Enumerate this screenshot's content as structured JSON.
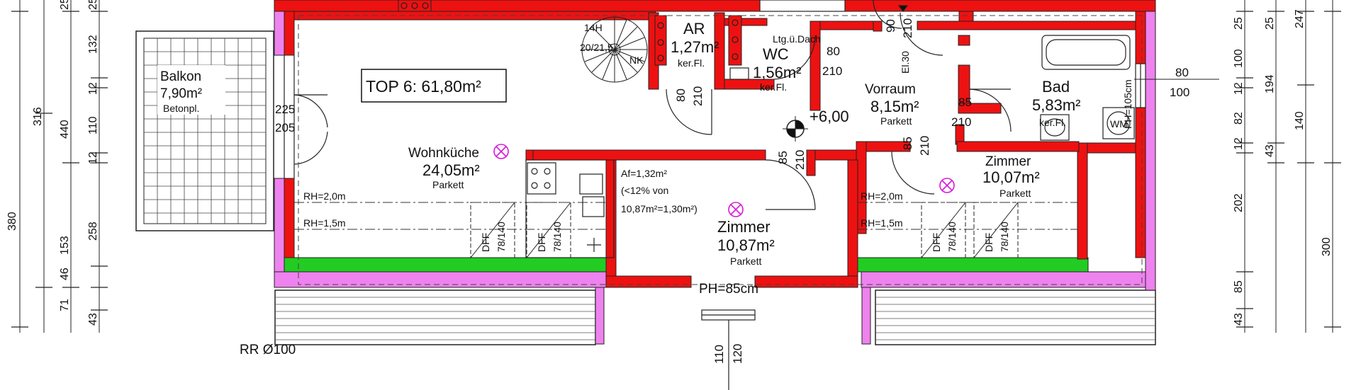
{
  "diagram": {
    "apartment_label": "TOP 6: 61,80m²",
    "level_mark": "+6,00",
    "rooms": {
      "balkon": {
        "name": "Balkon",
        "area": "7,90m²",
        "floor": "Betonpl."
      },
      "wohnkueche": {
        "name": "Wohnküche",
        "area": "24,05m²",
        "floor": "Parkett"
      },
      "ar": {
        "name": "AR",
        "area": "1,27m²",
        "floor": "ker.Fl."
      },
      "wc": {
        "name": "WC",
        "area": "1,56m²",
        "floor": "ker.Fl.",
        "note": "Ltg.ü.Dach"
      },
      "vorraum": {
        "name": "Vorraum",
        "area": "8,15m²",
        "floor": "Parkett"
      },
      "bad": {
        "name": "Bad",
        "area": "5,83m²",
        "floor": "ker.Fl."
      },
      "zimmer_mid": {
        "name": "Zimmer",
        "area": "10,87m²",
        "floor": "Parkett"
      },
      "zimmer_right": {
        "name": "Zimmer",
        "area": "10,07m²",
        "floor": "Parkett"
      }
    },
    "stair": {
      "steps": "14H",
      "ratio": "20/21,5",
      "nk": "NK"
    },
    "notes": {
      "af_line1": "Af=1,32m²",
      "af_line2": "(<12% von",
      "af_line3": "10,87m²=1,30m²)",
      "ph_zimmer": "PH=85cm",
      "ph_bad": "PH=105cm",
      "rr": "RR Ø100",
      "rh_20_left": "RH=2,0m",
      "rh_15_left": "RH=1,5m",
      "rh_20_right": "RH=2,0m",
      "rh_15_right": "RH=1,5m",
      "dff": "DFF",
      "dff_size": "78/140",
      "el": "El.30",
      "wm": "WM"
    },
    "openings": {
      "balkon_door_w": "225",
      "balkon_door_h": "205",
      "ar_door_w": "80",
      "ar_door_h": "210",
      "wc_door_w": "80",
      "wc_door_h": "210",
      "entry_w": "90",
      "entry_h": "210",
      "vorraum_door_w": "85",
      "vorraum_door_h": "210",
      "zimmer_door_w": "85",
      "zimmer_door_h": "210",
      "zimmer_r_door_w": "85",
      "zimmer_r_door_h": "210",
      "bad_win_w": "80",
      "bad_win_h": "100",
      "bottom_win_w": "110",
      "bottom_win_h": "120"
    },
    "dims_left": {
      "c1": [
        "25",
        "132",
        "12",
        "110",
        "12",
        "153",
        "46",
        "71",
        "43"
      ],
      "c2": [
        "25",
        "440",
        "258"
      ],
      "c3": [
        "316",
        "380"
      ]
    },
    "dims_right": {
      "c1": [
        "25",
        "100",
        "12",
        "82",
        "12",
        "202",
        "85",
        "43"
      ],
      "c2": [
        "25",
        "194",
        "43"
      ],
      "c3": [
        "247",
        "140"
      ],
      "c4": [
        "300"
      ]
    }
  }
}
